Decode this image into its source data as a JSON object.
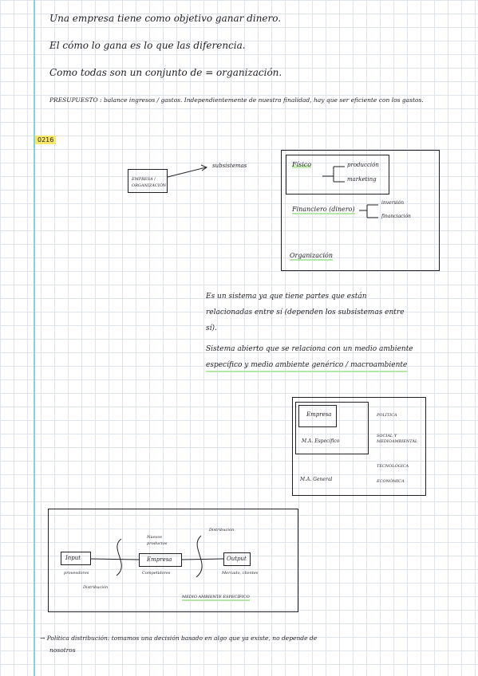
{
  "intro": {
    "line1": "Una empresa tiene como objetivo ganar dinero.",
    "line2": "El cómo lo gana es lo que las diferencia.",
    "line3": "Como todas son un conjunto de = organización.",
    "presupuesto_label": "PRESUPUESTO :",
    "presupuesto_text": "balance ingresos / gastos. Independientemente de nuestra finalidad, hay que ser eficiente con los gastos."
  },
  "date_tag": "0216",
  "diagram1": {
    "empresa_box": "EMPRESA / ORGANIZACIÓN",
    "subsistemas": "subsistemas",
    "fisico": "Físico",
    "produccion": "producción",
    "marketing": "marketing",
    "financiero": "Financiero (dinero)",
    "inversion": "inversión",
    "financiacion": "financiación",
    "organizacion": "Organización"
  },
  "paragraph1": {
    "line1": "Es un sistema ya que tiene partes que están",
    "line2": "relacionadas entre sí (dependen los subsistemas entre",
    "line3": "sí)."
  },
  "paragraph2": {
    "line1": "Sistema abierto que se relaciona con un medio ambiente",
    "line2": "específico y medio ambiente genérico / macroambiente"
  },
  "diagram2": {
    "empresa": "Empresa",
    "ma_especifico": "M.A. Específico",
    "ma_general": "M.A. General",
    "politica": "POLÍTICA",
    "social": "SOCIAL Y MEDIOAMBIENTAL",
    "tecnologica": "TECNOLÓGICA",
    "economica": "ECONÓMICA"
  },
  "diagram3": {
    "input": "Input",
    "proveedores": "proveedores",
    "distribucion_bottom": "Distribución",
    "nuevos_productos": "Nuevos productos",
    "empresa": "Empresa",
    "competidores": "Competidores",
    "distribucion_top": "Distribución",
    "output": "Output",
    "mercado": "Mercado, clientes",
    "caption": "MEDIO AMBIENTE ESPECÍFICO"
  },
  "footer": {
    "arrow": "→",
    "line1": "Política distribución: tomamos una decisión basado en algo que ya existe, no depende de",
    "line2": "nosotros"
  }
}
